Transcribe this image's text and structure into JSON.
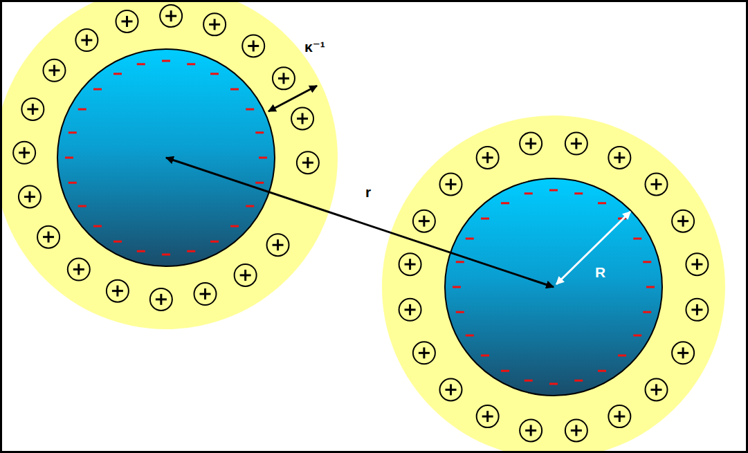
{
  "diagram": {
    "labels": [
      "κ⁻¹",
      "r",
      "R"
    ]
  }
}
